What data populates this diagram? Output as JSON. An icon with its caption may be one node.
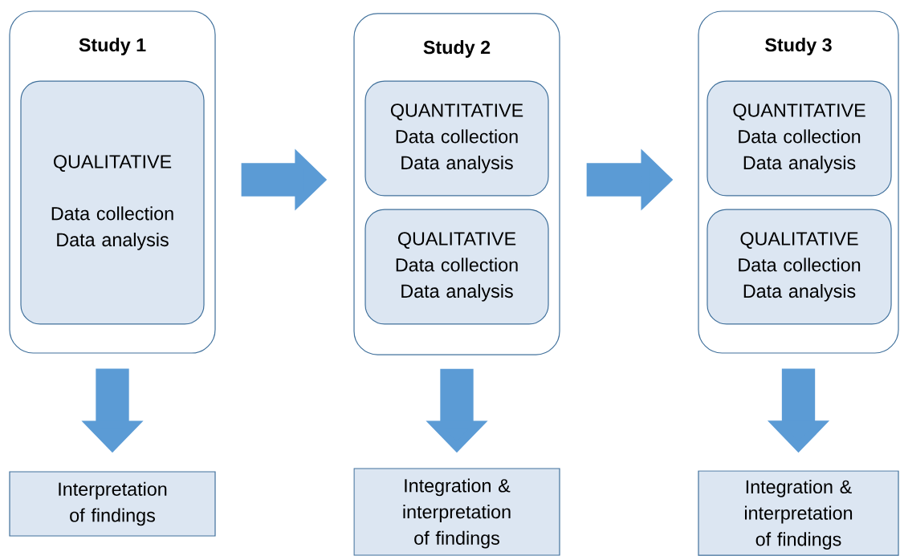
{
  "diagram": {
    "nodes": [
      {
        "text": [
          "Study 1"
        ]
      },
      {
        "text": [
          "QUALITATIVE",
          "Data collection Data analysis"
        ],
        "in": 0
      },
      {
        "text": [
          "Study 2"
        ]
      },
      {
        "text": [
          "QUANTITATIVE",
          "Data collection Data analysis"
        ],
        "in": 2
      },
      {
        "text": [
          "QUALITATIVE",
          "Data collection Data analysis"
        ],
        "in": 2
      },
      {
        "text": [
          "Study 3"
        ]
      },
      {
        "text": [
          "QUANTITATIVE",
          "Data collection Data analysis"
        ],
        "in": 5
      },
      {
        "text": [
          "QUALITATIVE",
          "Data collection Data analysis"
        ],
        "in": 5
      },
      {
        "text": [
          "Interpretation of findings"
        ]
      },
      {
        "text": [
          "Integration & interpretation of findings"
        ]
      },
      {
        "text": [
          "Integration & interpretation of findings"
        ]
      }
    ],
    "edges": [
      {
        "from": 0,
        "to": 2,
        "arrow": "to"
      },
      {
        "from": 2,
        "to": 5,
        "arrow": "to"
      },
      {
        "from": 0,
        "to": 8,
        "arrow": "to"
      },
      {
        "from": 2,
        "to": 9,
        "arrow": "to"
      },
      {
        "from": 5,
        "to": 10,
        "arrow": "to"
      }
    ]
  }
}
